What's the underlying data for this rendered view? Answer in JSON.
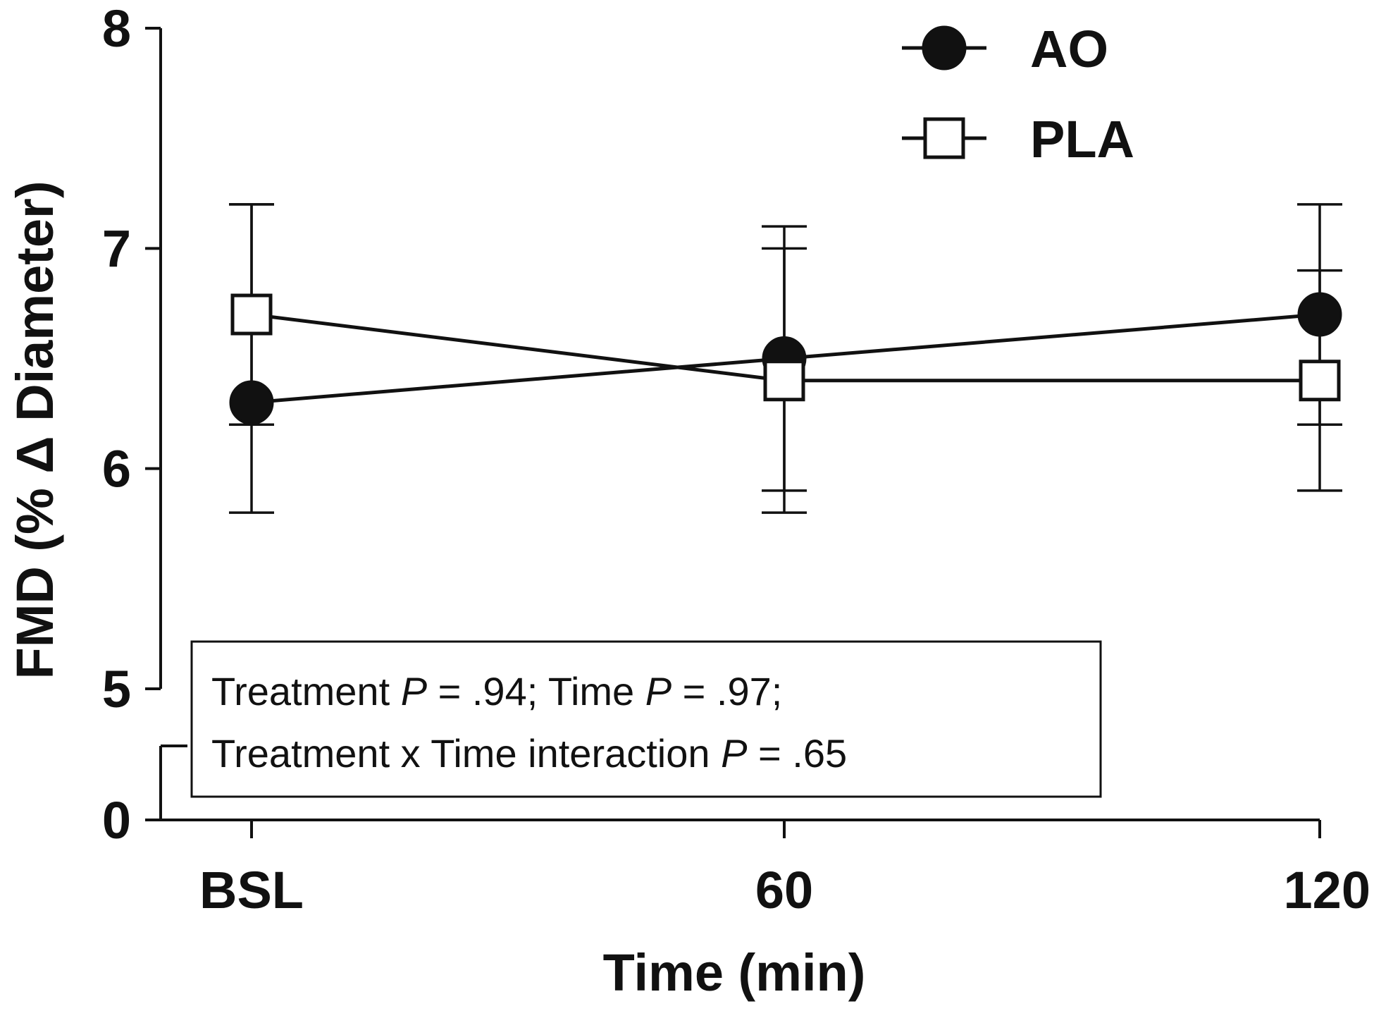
{
  "chart_data": {
    "type": "line",
    "xlabel": "Time (min)",
    "ylabel": "FMD (% Δ Diameter)",
    "categories": [
      "BSL",
      "60",
      "120"
    ],
    "y_ticks": [
      0,
      5,
      6,
      7,
      8
    ],
    "ylim": [
      0,
      8
    ],
    "y_axis_break": true,
    "legend_position": "top-right",
    "series": [
      {
        "name": "AO",
        "marker": "filled-circle",
        "values": [
          6.3,
          6.5,
          6.7
        ],
        "error_low": [
          6.2,
          5.8,
          6.2
        ],
        "error_high": [
          7.2,
          7.1,
          7.2
        ]
      },
      {
        "name": "PLA",
        "marker": "open-square",
        "values": [
          6.7,
          6.4,
          6.4
        ],
        "error_low": [
          5.8,
          5.9,
          5.9
        ],
        "error_high": [
          7.2,
          7.0,
          6.9
        ]
      }
    ],
    "annotation": {
      "line1": [
        {
          "text": "Treatment ",
          "italic": false
        },
        {
          "text": "P",
          "italic": true
        },
        {
          "text": " = .94; Time ",
          "italic": false
        },
        {
          "text": "P",
          "italic": true
        },
        {
          "text": " = .97;",
          "italic": false
        }
      ],
      "line2": [
        {
          "text": "Treatment x Time interaction ",
          "italic": false
        },
        {
          "text": "P",
          "italic": true
        },
        {
          "text": " = .65",
          "italic": false
        }
      ]
    },
    "colors": {
      "line": "#111111",
      "background": "#ffffff"
    }
  }
}
